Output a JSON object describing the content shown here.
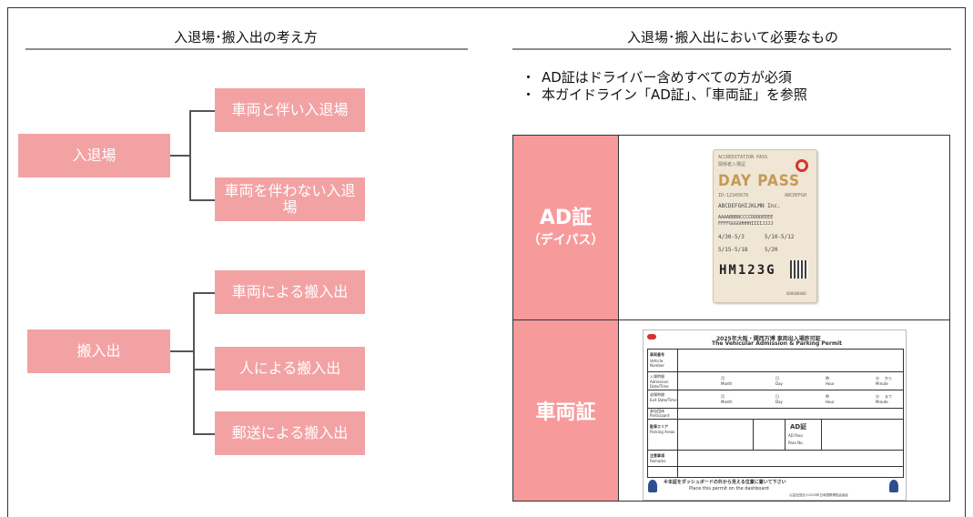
{
  "left": {
    "heading": "入退場･搬入出の考え方",
    "group1": {
      "root": "入退場",
      "child1": "車両と伴い入退場",
      "child2": "車両を伴わない入退場"
    },
    "group2": {
      "root": "搬入出",
      "child1": "車両による搬入出",
      "child2": "人による搬入出",
      "child3": "郵送による搬入出"
    }
  },
  "right": {
    "heading": "入退場･搬入出において必要なもの",
    "bullet_symbol": "・",
    "bullets": [
      "AD証はドライバー含めすべての方が必須",
      "本ガイドライン「AD証」、「車両証」を参照"
    ],
    "row1": {
      "title": "AD証",
      "subtitle": "（デイパス）"
    },
    "row2": {
      "title": "車両証"
    }
  },
  "ad_pass": {
    "header1": "ACCREDITATION PASS",
    "header2": "関係者入場証",
    "title": "DAY PASS",
    "id_left": "ID:12345678",
    "id_right": "ABCDEFGH",
    "org": "ABCDEFGHIJKLMN Inc.",
    "name1": "AAAABBBBCCCCDDDDEEEE",
    "name2": "FFFFGGGGHHHHIIIIJJJJ",
    "date1": "4/30-5/3",
    "date2": "5/10-5/12",
    "date3": "5/15-5/18",
    "date4": "5/20",
    "code": "HM123G",
    "serial": "000000000"
  },
  "permit": {
    "title_jp": "2025年大阪・関西万博 車両出入場許可証",
    "title_en": "The Vehicular Admission & Parking Permit",
    "vehicle_number_jp": "車両番号",
    "vehicle_number_en": "Vehicle Number",
    "admission_jp": "入場時間",
    "admission_en": "Admission Date/Time",
    "exit_jp": "退場時間",
    "exit_en": "Exit Date/Time",
    "participant_jp": "参加団体",
    "participant_en": "Participant",
    "parking_jp": "駐車エリア",
    "parking_en": "Parking Areas",
    "remarks_jp": "注意事項",
    "remarks_en": "Remarks",
    "ad_label": "AD証",
    "ad_pass_en": "AD Pass",
    "pass_no": "Pass No.",
    "month_jp": "月",
    "month_en": "Month",
    "day_jp": "日",
    "day_en": "Day",
    "hour_jp": "時",
    "hour_en": "Hour",
    "minute_jp": "分",
    "minute_en": "Minute",
    "suffix_from": "から",
    "suffix_to": "まで",
    "foot_jp": "※本証をダッシュボードの外から見える位置に置いて下さい",
    "foot_en": "Place this permit on the dashboard",
    "issuer": "公益社団法人2025年日本国際博覧会協会"
  },
  "colors": {
    "box": "#f3a2a4",
    "cell": "#f79a9c",
    "rule": "#8c8c8c"
  }
}
